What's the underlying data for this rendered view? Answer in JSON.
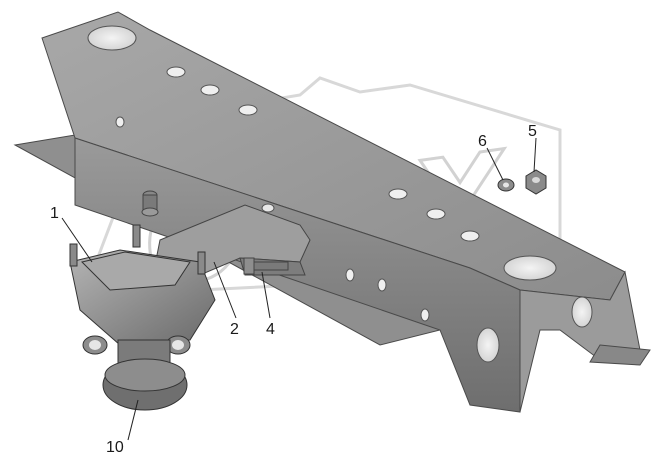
{
  "watermark": {
    "text": "OPEX"
  },
  "callouts": [
    {
      "id": "c1",
      "label": "1"
    },
    {
      "id": "c2",
      "label": "2"
    },
    {
      "id": "c4",
      "label": "4"
    },
    {
      "id": "c5",
      "label": "5"
    },
    {
      "id": "c6",
      "label": "6"
    },
    {
      "id": "c10",
      "label": "10"
    }
  ]
}
